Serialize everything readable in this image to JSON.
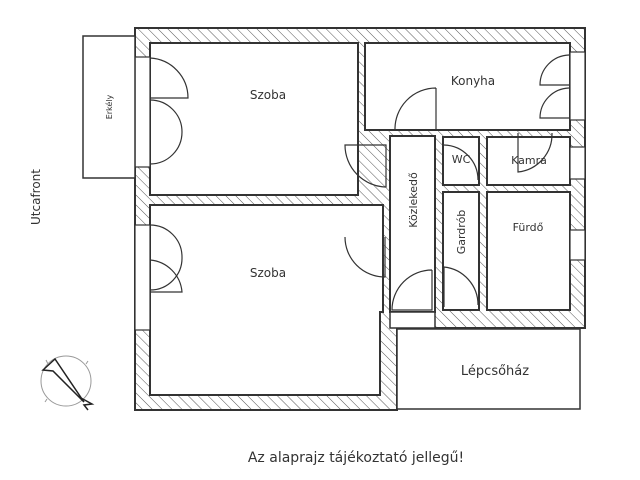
{
  "rooms": {
    "szoba_top": "Szoba",
    "szoba_bottom": "Szoba",
    "konyha": "Konyha",
    "kozlekedo": "Közlekedő",
    "wc": "WC",
    "kamra": "Kamra",
    "gardrob": "Gardrób",
    "furdo": "Fürdő",
    "lepcsohaz": "Lépcsőház",
    "erkely": "Erkély"
  },
  "street_label": "Utcafront",
  "disclaimer": "Az alaprajz tájékoztató jellegű!",
  "compass_icon": "north-arrow-icon",
  "colors": {
    "wall": "#333333",
    "hatch": "#555555",
    "background": "#ffffff"
  }
}
